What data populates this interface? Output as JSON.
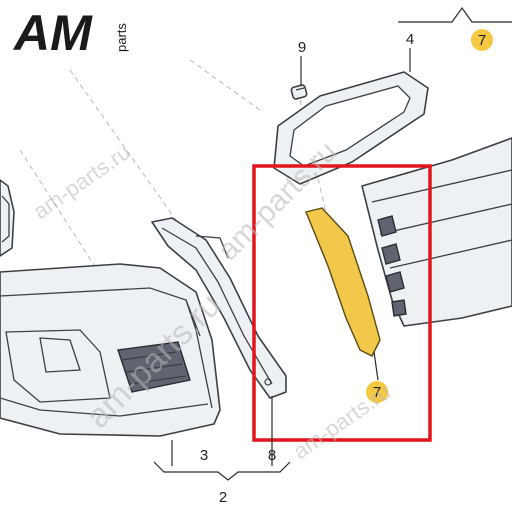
{
  "brand": {
    "letters": "AM",
    "sub": "parts"
  },
  "watermarks": [
    "am-parts.ru",
    "am-parts.ru",
    "am-parts.ru",
    "am-parts.ru"
  ],
  "callouts": {
    "c9": "9",
    "c4": "4",
    "c7_top": "7",
    "c7_lower": "7",
    "c3": "3",
    "c8": "8",
    "c2": "2"
  },
  "colors": {
    "highlight_box": "#e3141c",
    "highlight_part": "#f2c84b",
    "badge": "#f5c842"
  }
}
